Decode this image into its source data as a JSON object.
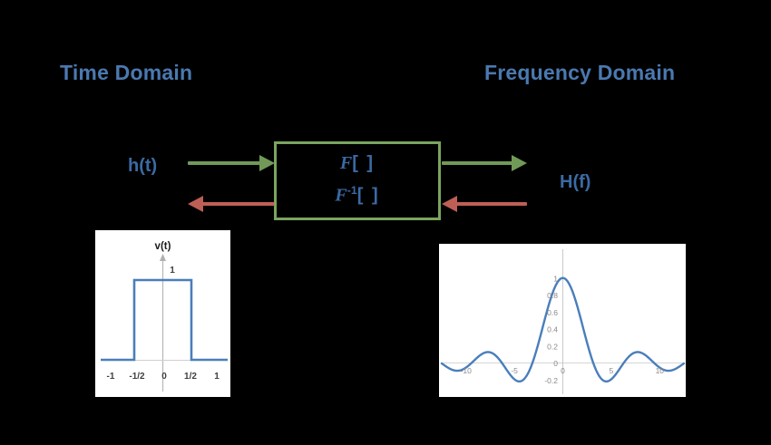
{
  "headings": {
    "time_domain": "Time Domain",
    "frequency_domain": "Frequency Domain"
  },
  "signals": {
    "time_label": "h(t)",
    "frequency_label": "H(f)"
  },
  "transform_box": {
    "forward_symbol": "F",
    "forward_brackets": "[  ]",
    "inverse_symbol": "F",
    "inverse_exponent": "-1",
    "inverse_brackets": "[  ]",
    "border_color": "#7ba45f"
  },
  "arrows": {
    "forward_color": "#719a58",
    "inverse_color": "#be5f56",
    "input_forward_name": "h(t) into transform",
    "input_inverse_name": "inverse transform to h(t)",
    "output_forward_name": "transform to H(f)",
    "output_inverse_name": "H(f) into inverse transform"
  },
  "colors": {
    "heading_blue": "#4a79b0",
    "label_blue": "#3b6aa3",
    "curve_blue": "#4a7ebb",
    "background": "#000000",
    "panel": "#ffffff"
  },
  "chart_data": [
    {
      "type": "line",
      "name": "time-domain-rect-pulse",
      "title": "v(t)",
      "xlabel": "",
      "ylabel": "",
      "xlim": [
        -1.35,
        1.35
      ],
      "ylim": [
        -0.18,
        1.35
      ],
      "grid": false,
      "xticks": [
        -1,
        -0.5,
        0,
        0.5,
        1
      ],
      "xticklabels": [
        "-1",
        "-1/2",
        "0",
        "1/2",
        "1"
      ],
      "yticks": [
        1
      ],
      "yticklabels": [
        "1"
      ],
      "x": [
        -1.35,
        -0.5,
        -0.5,
        0.5,
        0.5,
        1.35
      ],
      "y": [
        0,
        0,
        1,
        1,
        0,
        0
      ],
      "line_color": "#4a7ebb"
    },
    {
      "type": "line",
      "name": "frequency-domain-sinc",
      "title": "",
      "xlabel": "",
      "ylabel": "",
      "xlim": [
        -12.5,
        12.5
      ],
      "ylim": [
        -0.28,
        1.12
      ],
      "grid": false,
      "xticks": [
        -10,
        -5,
        0,
        5,
        10
      ],
      "xticklabels": [
        "-10",
        "-5",
        "0",
        "5",
        "10"
      ],
      "yticks": [
        -0.2,
        0,
        0.2,
        0.4,
        0.6,
        0.8,
        1
      ],
      "yticklabels": [
        "-0.2",
        "0",
        "0.2",
        "0.4",
        "0.6",
        "0.8",
        "1"
      ],
      "function": "sinc",
      "peak_value": 1,
      "first_zero_crossings": [
        -3.14,
        3.14
      ],
      "first_sidelobe_min": -0.217,
      "first_sidelobe_max": 0.128,
      "line_color": "#4a7ebb"
    }
  ]
}
